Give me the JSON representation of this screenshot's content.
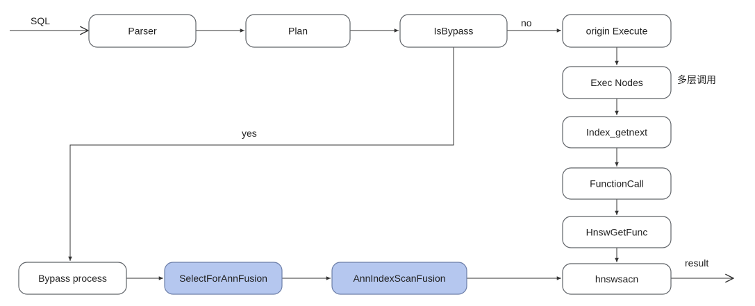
{
  "diagram": {
    "input_label": "SQL",
    "output_label": "result",
    "nodes": {
      "parser": "Parser",
      "plan": "Plan",
      "isbypass": "IsBypass",
      "origin_execute": "origin Execute",
      "exec_nodes": "Exec Nodes",
      "index_getnext": "Index_getnext",
      "function_call": "FunctionCall",
      "hnsw_get_func": "HnswGetFunc",
      "hnswsacn": "hnswsacn",
      "bypass_process": "Bypass process",
      "select_for_ann_fusion": "SelectForAnnFusion",
      "ann_index_scan_fusion": "AnnIndexScanFusion"
    },
    "edge_labels": {
      "no": "no",
      "yes": "yes",
      "multi_layer_call": "多层调用"
    },
    "highlight_color": "#b5c7ef"
  }
}
